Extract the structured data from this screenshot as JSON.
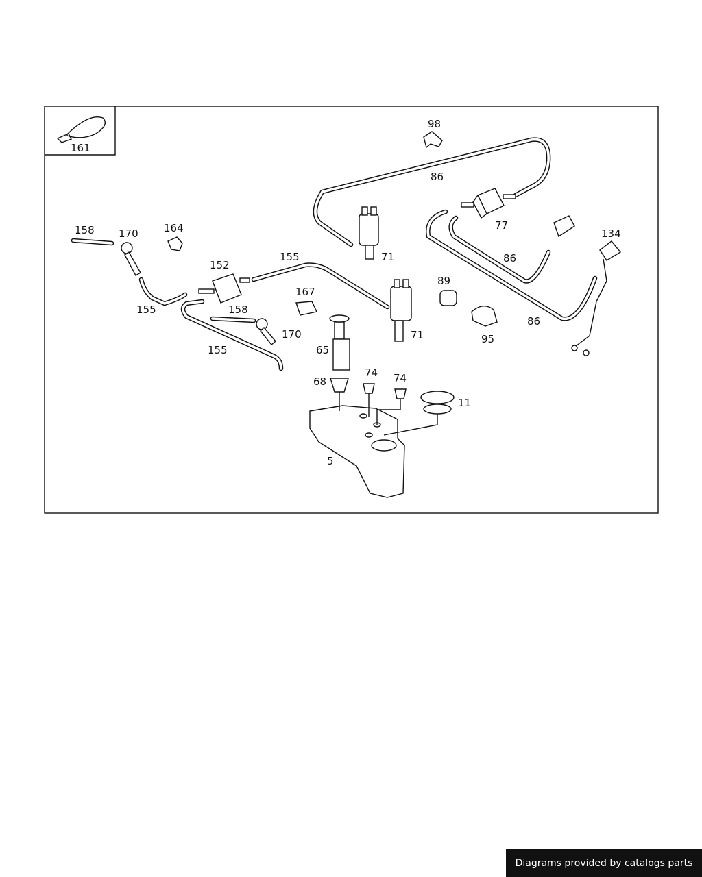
{
  "diagram": {
    "labels": {
      "p161": "161",
      "p98": "98",
      "p86a": "86",
      "p86b": "86",
      "p86c": "86",
      "p77": "77",
      "p134": "134",
      "p158a": "158",
      "p170a": "170",
      "p164": "164",
      "p152": "152",
      "p155a": "155",
      "p155b": "155",
      "p155c": "155",
      "p71a": "71",
      "p71b": "71",
      "p167": "167",
      "p158b": "158",
      "p170b": "170",
      "p89": "89",
      "p95": "95",
      "p65": "65",
      "p68": "68",
      "p74a": "74",
      "p74b": "74",
      "p11": "11",
      "p5": "5"
    }
  },
  "footer": {
    "text": "Diagrams provided by catalogs parts"
  }
}
